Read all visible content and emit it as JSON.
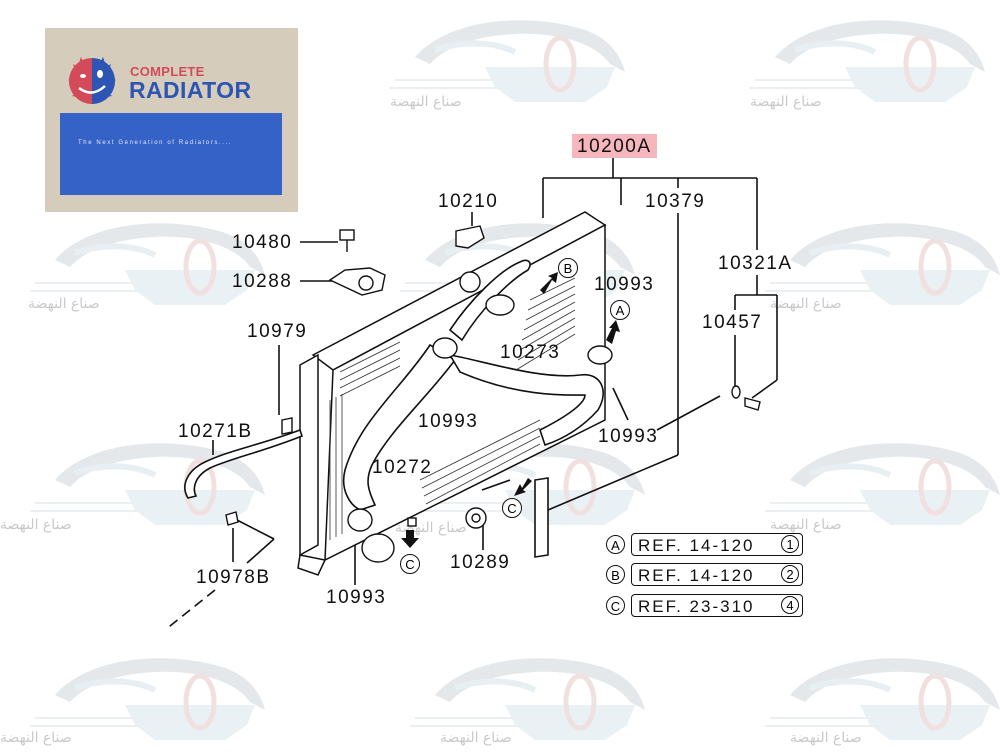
{
  "brand": {
    "line1": "COMPLETE",
    "line2": "RADIATOR",
    "tagline": "The Next Generation of Radiators....",
    "colors": {
      "red": "#d34a5a",
      "blue": "#2c55b4",
      "panel": "#3562c6",
      "background": "#d6ccbc"
    }
  },
  "watermark": {
    "text": "صناع النهضة",
    "icon": "car-gear-logo-icon"
  },
  "diagram": {
    "assembly_label": "10200A",
    "highlight_color": "#f6b6bd",
    "parts": [
      {
        "id": "p10210",
        "number": "10210"
      },
      {
        "id": "p10379",
        "number": "10379"
      },
      {
        "id": "p10321A",
        "number": "10321A"
      },
      {
        "id": "p10480",
        "number": "10480"
      },
      {
        "id": "p10288",
        "number": "10288"
      },
      {
        "id": "p10993a",
        "number": "10993"
      },
      {
        "id": "p10457",
        "number": "10457"
      },
      {
        "id": "p10979",
        "number": "10979"
      },
      {
        "id": "p10273",
        "number": "10273"
      },
      {
        "id": "p10993b",
        "number": "10993"
      },
      {
        "id": "p10271B",
        "number": "10271B"
      },
      {
        "id": "p10993c",
        "number": "10993"
      },
      {
        "id": "p10272",
        "number": "10272"
      },
      {
        "id": "p10289",
        "number": "10289"
      },
      {
        "id": "p10978B",
        "number": "10978B"
      },
      {
        "id": "p10993d",
        "number": "10993"
      }
    ],
    "callouts": [
      "A",
      "B",
      "C",
      "C"
    ],
    "references": [
      {
        "letter": "A",
        "text": "REF. 14-120",
        "index": "1"
      },
      {
        "letter": "B",
        "text": "REF. 14-120",
        "index": "2"
      },
      {
        "letter": "C",
        "text": "REF. 23-310",
        "index": "4"
      }
    ]
  }
}
